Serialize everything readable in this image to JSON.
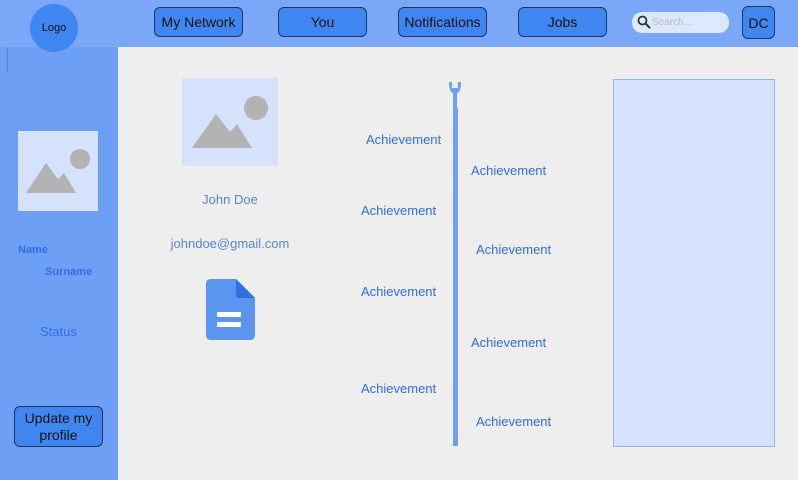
{
  "header": {
    "logo_label": "Logo",
    "nav": [
      {
        "label": "My Network"
      },
      {
        "label": "You"
      },
      {
        "label": "Notifications"
      },
      {
        "label": "Jobs"
      }
    ],
    "search_placeholder": "Search...",
    "user_initials": "DC"
  },
  "sidebar": {
    "name": "Name",
    "surname": "Surname",
    "status": "Status",
    "update_button": "Update my profile"
  },
  "profile": {
    "full_name": "John Doe",
    "email": "johndoe@gmail.com"
  },
  "timeline": {
    "achievements": [
      {
        "label": "Achievement"
      },
      {
        "label": "Achievement"
      },
      {
        "label": "Achievement"
      },
      {
        "label": "Achievement"
      },
      {
        "label": "Achievement"
      },
      {
        "label": "Achievement"
      },
      {
        "label": "Achievement"
      },
      {
        "label": "Achievement"
      }
    ]
  },
  "colors": {
    "topbar": "#7aa7f7",
    "sidebar": "#6d9ff5",
    "button": "#3f86f0",
    "text_accent": "#2f6fe0",
    "placeholder_bg": "#d4e3fb"
  },
  "icons": [
    "image-placeholder-icon",
    "search-icon",
    "document-icon",
    "wrench-icon"
  ]
}
